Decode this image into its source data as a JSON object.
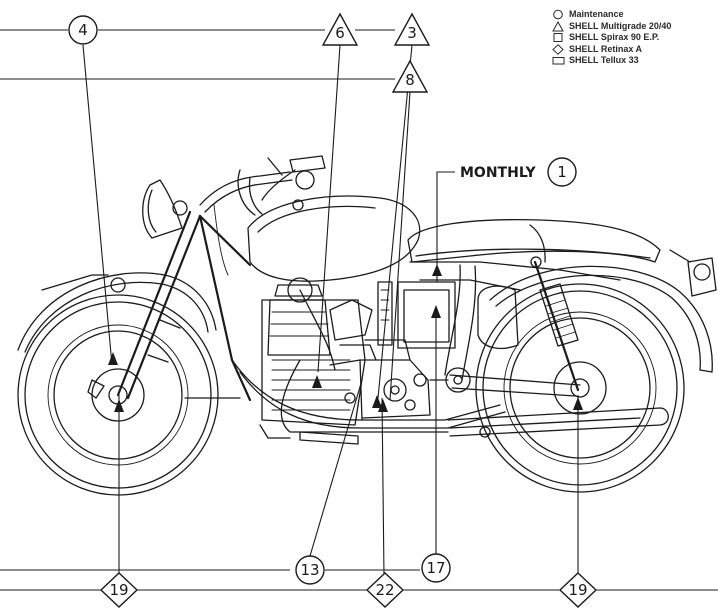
{
  "legend": {
    "items": [
      {
        "symbol": "circle",
        "label": "Maintenance"
      },
      {
        "symbol": "triangle",
        "label": "SHELL Multigrade 20/40"
      },
      {
        "symbol": "square",
        "label": "SHELL Spirax 90 E.P."
      },
      {
        "symbol": "diamond",
        "label": "SHELL Retinax A"
      },
      {
        "symbol": "rectangle",
        "label": "SHELL Tellux 33"
      }
    ]
  },
  "labels": {
    "monthly": "MONTHLY"
  },
  "markers": {
    "m4": "4",
    "m6": "6",
    "m3": "3",
    "m8": "8",
    "m1": "1",
    "m13": "13",
    "m17": "17",
    "m19_left": "19",
    "m22": "22",
    "m19_right": "19"
  }
}
